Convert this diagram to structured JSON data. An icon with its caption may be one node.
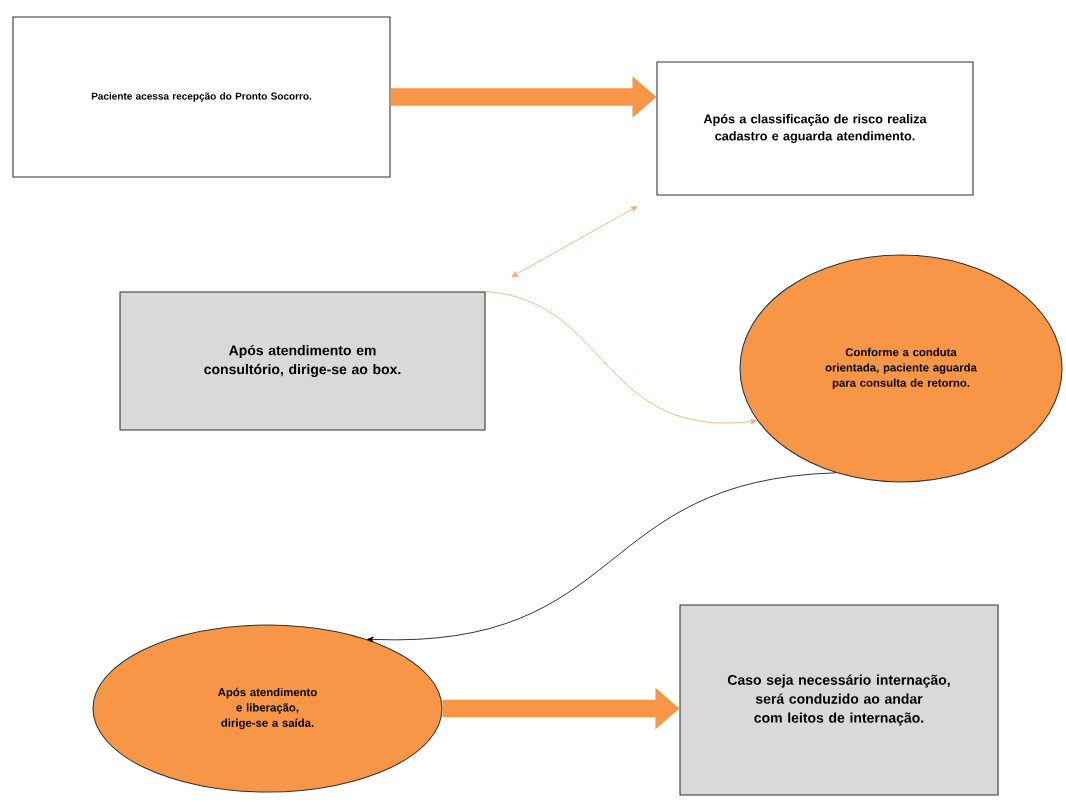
{
  "diagram": {
    "nodes": [
      {
        "text": [
          "Paciente acessa recepção do Pronto Socorro."
        ]
      },
      {
        "text": [
          "Após a classificação de risco realiza cadastro e aguarda atendimento."
        ]
      },
      {
        "text": [
          "Após atendimento em consultório, dirige-se ao box."
        ]
      },
      {
        "text": [
          "Conforme a conduta orientada, paciente aguarda para consulta de retorno."
        ]
      },
      {
        "text": [
          "Após atendimento e liberação, dirige-se a saída."
        ]
      },
      {
        "text": [
          "Caso seja necessário internação, será conduzido ao andar com leitos de internação."
        ]
      }
    ],
    "edges": [
      {
        "from": 0,
        "to": 1,
        "arrow": "to",
        "style": "thick"
      },
      {
        "from": 1,
        "to": 2,
        "arrow": "both"
      },
      {
        "from": 2,
        "to": 3,
        "arrow": "to"
      },
      {
        "from": 3,
        "to": 4,
        "arrow": "to",
        "color": "#000000"
      },
      {
        "from": 4,
        "to": 5,
        "arrow": "to",
        "style": "thick"
      }
    ]
  }
}
